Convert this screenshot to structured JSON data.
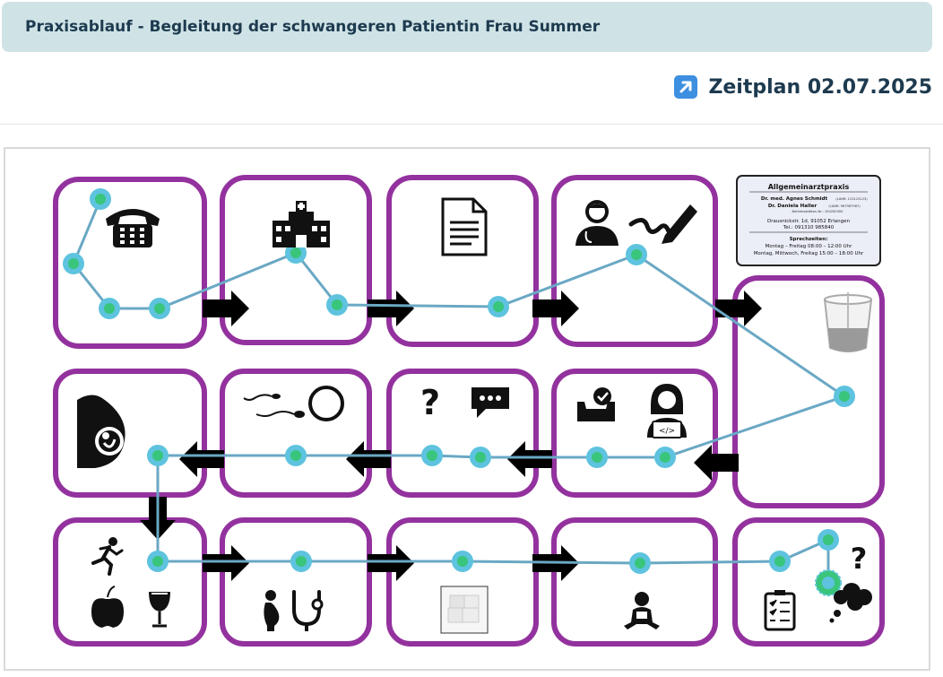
{
  "header": {
    "title": "Praxisablauf - Begleitung der schwangeren Patientin Frau Summer"
  },
  "schedule": {
    "icon": "arrow-up-right-icon",
    "label": "Zeitplan 02.07.2025"
  },
  "practice_card": {
    "title": "Allgemeinarztpraxis",
    "doctor1": "Dr. med. Agnes Schmidt",
    "doctor1_lanr": "(LANR: 123123123)",
    "doctor2": "Dr. Daniela Haller",
    "doctor2_lanr": "(LANR: 987987987)",
    "bsnr": "Betriebsstätten-Nr.: 100200300",
    "address": "Drausnickstr. 1d, 91052 Erlangen",
    "phone": "Tel.: 091310 985840",
    "hours_title": "Sprechzeiten:",
    "hours1": "Montag – Freitag 08:00 – 12:00 Uhr",
    "hours2": "Montag, Mittwoch, Freitag 15:00 – 18:00 Uhr"
  },
  "board": {
    "colors": {
      "frame": "#93329e",
      "path": "#6aa8c4",
      "node_fill": "#5ec3de",
      "node_check": "#39c57b",
      "arrow": "#000000"
    },
    "icons": [
      "telephone-icon",
      "hospital-icon",
      "document-icon",
      "doctor-icon",
      "signature-icon",
      "urine-cup-icon",
      "pregnancy-ultrasound-icon",
      "sperm-egg-icon",
      "question-mark-icon",
      "chat-bubble-icon",
      "inbox-check-icon",
      "programmer-icon",
      "running-person-icon",
      "apple-icon",
      "wine-glass-icon",
      "pregnant-woman-icon",
      "stethoscope-icon",
      "sugar-cubes-icon",
      "baby-icon",
      "checklist-icon",
      "question-cloud-icon"
    ]
  }
}
